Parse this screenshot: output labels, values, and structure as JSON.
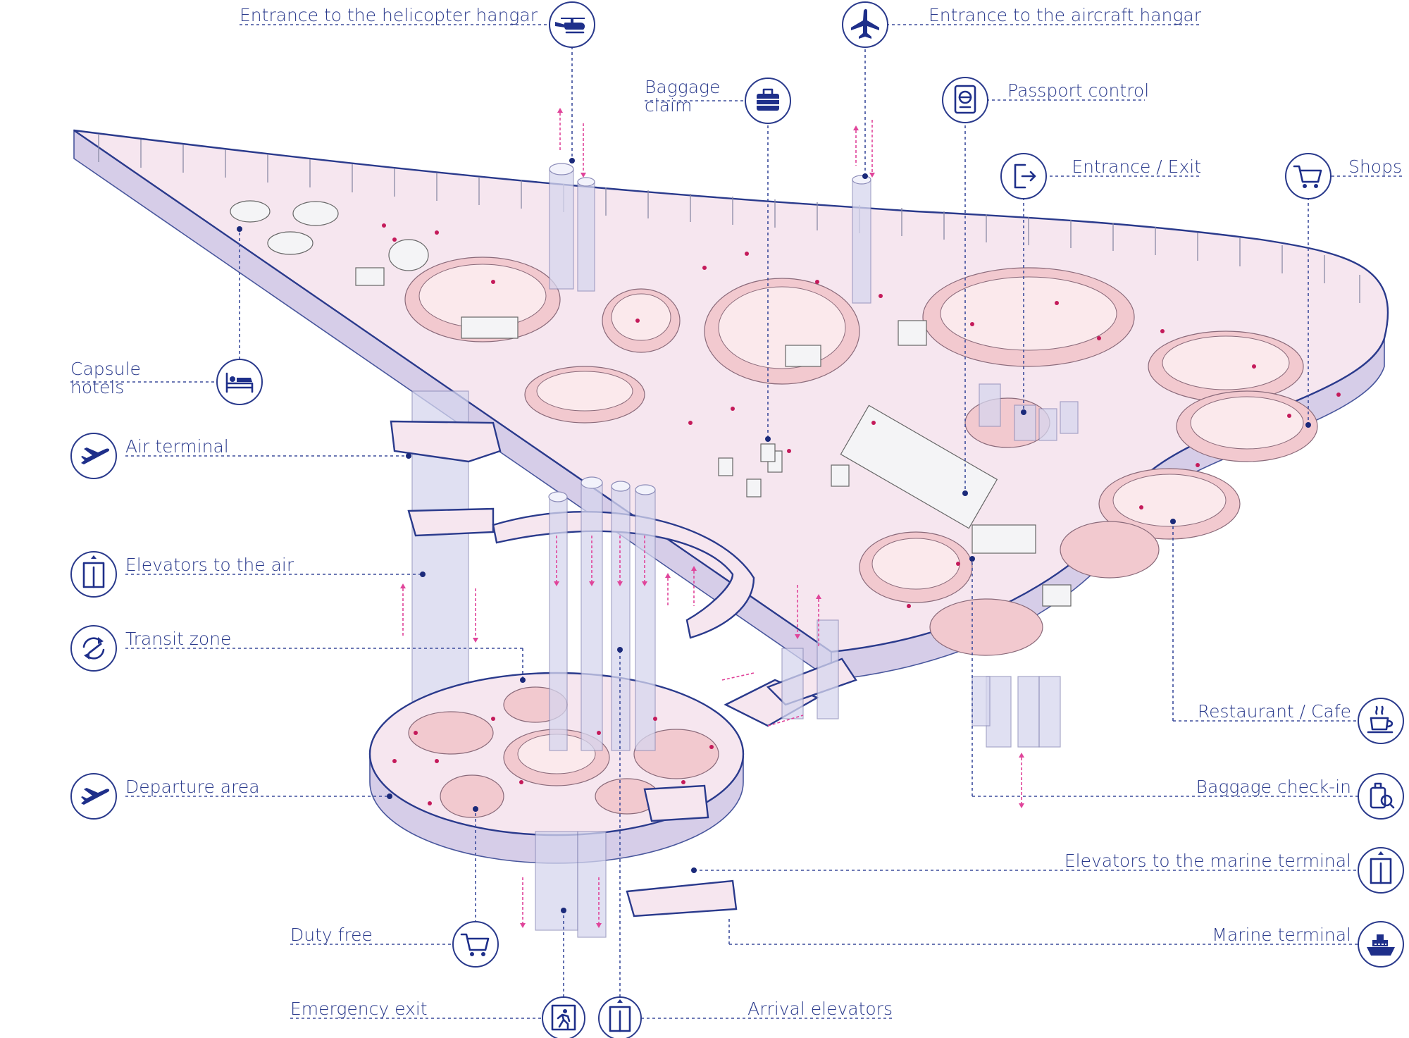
{
  "labels": {
    "helicopter_hangar": "Entrance to the helicopter hangar",
    "aircraft_hangar": "Entrance to the aircraft hangar",
    "baggage_claim_1": "Baggage",
    "baggage_claim_2": "claim",
    "passport_control": "Passport control",
    "entrance_exit": "Entrance / Exit",
    "shops": "Shops",
    "capsule_hotels_1": "Capsule",
    "capsule_hotels_2": "hotels",
    "air_terminal": "Air terminal",
    "elevators_air": "Elevators to the air",
    "transit_zone": "Transit zone",
    "departure_area": "Departure area",
    "restaurant_cafe": "Restaurant / Cafe",
    "baggage_checkin": "Baggage check-in",
    "elevators_marine": "Elevators to the marine terminal",
    "marine_terminal": "Marine terminal",
    "duty_free": "Duty free",
    "emergency_exit": "Emergency exit",
    "arrival_elevators": "Arrival elevators"
  },
  "icons": {
    "helicopter": "helicopter-icon",
    "airplane": "airplane-icon",
    "suitcase": "suitcase-icon",
    "passport": "passport-icon",
    "exit": "exit-icon",
    "cart": "shopping-cart-icon",
    "bed": "bed-icon",
    "departure": "departure-plane-icon",
    "elevator": "elevator-icon",
    "transit": "transit-icon",
    "coffee": "coffee-cup-icon",
    "luggage": "luggage-check-icon",
    "ship": "ship-icon",
    "emergency": "emergency-exit-icon"
  },
  "colors": {
    "accent": "#2a3a8c",
    "floor": "#f6e6ef",
    "walls": "#f2c9cf",
    "arrows": "#e0449a"
  }
}
